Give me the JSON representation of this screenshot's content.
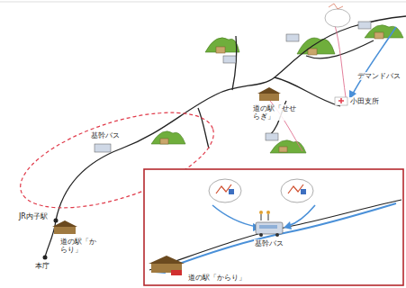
{
  "diagram": {
    "labels": [
      "基幹バス",
      "JR内子駅",
      "本庁",
      "道の駅「からり」",
      "道の駅「せせらぎ」",
      "デマンドバス",
      "小田支所",
      "基幹バス",
      "道の駅「からり」"
    ]
  }
}
